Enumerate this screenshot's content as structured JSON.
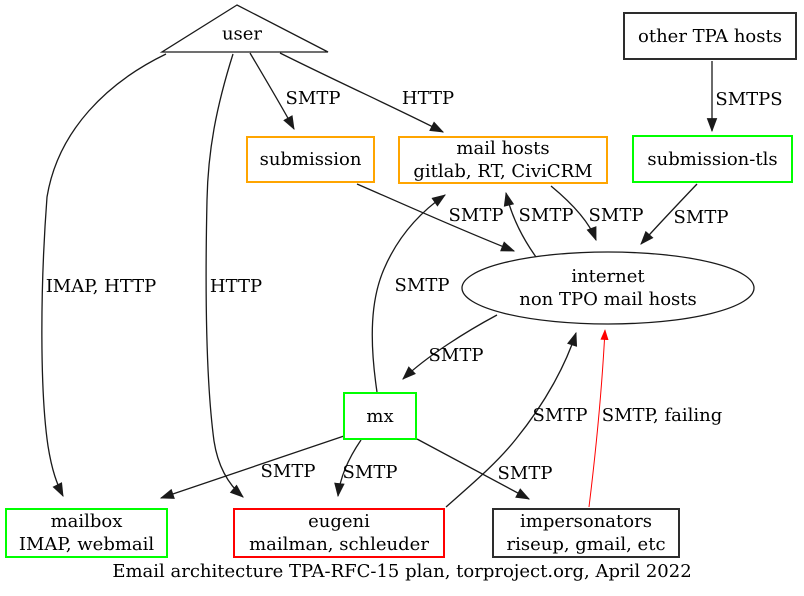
{
  "caption": "Email architecture TPA-RFC-15 plan, torproject.org, April 2022",
  "nodes": {
    "user": {
      "label": "user",
      "shape": "triangle",
      "border_color": "#000000"
    },
    "other_tpa_hosts": {
      "label": "other TPA hosts",
      "shape": "box",
      "border_color": "#2d2d2d"
    },
    "submission": {
      "label": "submission",
      "shape": "box",
      "border_color": "#ffa500"
    },
    "mail_hosts": {
      "label": "mail hosts",
      "sublabel": "gitlab, RT, CiviCRM",
      "shape": "box",
      "border_color": "#ffa500"
    },
    "submission_tls": {
      "label": "submission-tls",
      "shape": "box",
      "border_color": "#00ff00"
    },
    "internet": {
      "label": "internet",
      "sublabel": "non TPO mail hosts",
      "shape": "ellipse",
      "border_color": "#000000"
    },
    "mx": {
      "label": "mx",
      "shape": "box",
      "border_color": "#00ff00"
    },
    "mailbox": {
      "label": "mailbox",
      "sublabel": "IMAP, webmail",
      "shape": "box",
      "border_color": "#00ff00"
    },
    "eugeni": {
      "label": "eugeni",
      "sublabel": "mailman, schleuder",
      "shape": "box",
      "border_color": "#ff0000"
    },
    "impersonators": {
      "label": "impersonators",
      "sublabel": "riseup, gmail, etc",
      "shape": "box",
      "border_color": "#2d2d2d"
    }
  },
  "edges": {
    "user_submission": "SMTP",
    "user_mail_hosts": "HTTP",
    "user_mailbox": "IMAP, HTTP",
    "user_eugeni": "HTTP",
    "other_tpa_hosts_submission_tls": "SMTPS",
    "submission_internet": "SMTP",
    "internet_mail_hosts": "SMTP",
    "mail_hosts_internet": "SMTP",
    "submission_tls_internet": "SMTP",
    "mx_mail_hosts": "SMTP",
    "internet_mx": "SMTP",
    "mx_mailbox": "SMTP",
    "mx_eugeni": "SMTP",
    "mx_impersonators": "SMTP",
    "eugeni_internet": "SMTP",
    "impersonators_internet": "SMTP, failing"
  },
  "colors": {
    "node_orange": "#ffa500",
    "node_green": "#00ff00",
    "node_red": "#ff0000",
    "node_black": "#2d2d2d",
    "edge_normal": "#1a1a1a",
    "edge_failing": "#ff0000",
    "background": "#ffffff"
  }
}
